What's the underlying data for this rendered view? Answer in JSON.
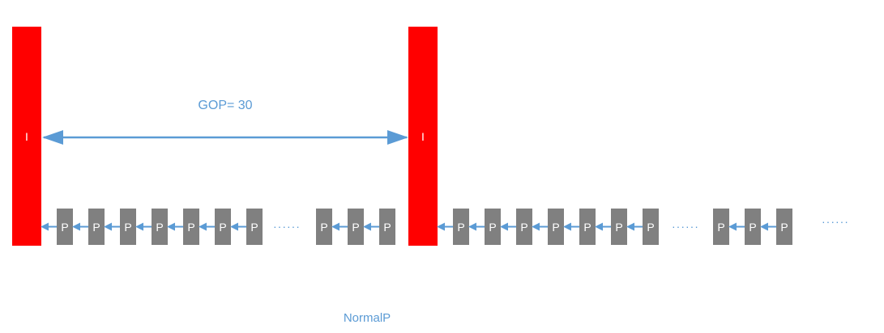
{
  "diagram": {
    "gop_label": "GOP= 30",
    "caption": "NormalP",
    "i_frame_label": "I",
    "p_frame_label": "P",
    "ellipsis": "······",
    "colors": {
      "i_frame": "#ff0000",
      "p_frame": "#808080",
      "arrow": "#5b9bd5",
      "text_blue": "#5b9bd5",
      "frame_text": "#ffffff"
    },
    "groups": [
      {
        "i_frame": "I",
        "leading_p_frames": 7,
        "trailing_p_frames": 3
      },
      {
        "i_frame": "I",
        "leading_p_frames": 7,
        "trailing_p_frames": 3
      }
    ],
    "trailing_ellipsis": "······"
  }
}
